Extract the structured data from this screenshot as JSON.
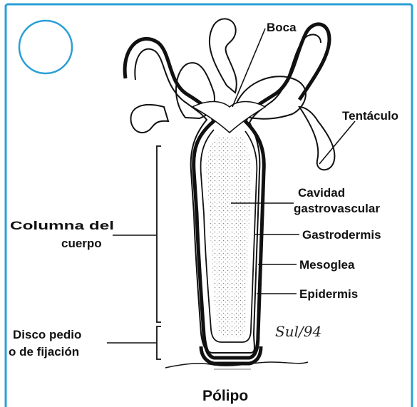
{
  "colors": {
    "frame_border": "#2a9fd6",
    "ink": "#111111",
    "stipple": "#8a8a8a"
  },
  "labels": {
    "boca": "Boca",
    "tentaculo": "Tentáculo",
    "cavidad_line1": "Cavidad",
    "cavidad_line2": "gastrovascular",
    "gastrodermis": "Gastrodermis",
    "mesoglea": "Mesoglea",
    "epidermis": "Epidermis",
    "columna_line1": "Columna del",
    "columna_line2": "cuerpo",
    "disco_line1": "Disco pedio",
    "disco_line2": "o de fijación"
  },
  "signature": "Sul/94",
  "title": "Pólipo"
}
